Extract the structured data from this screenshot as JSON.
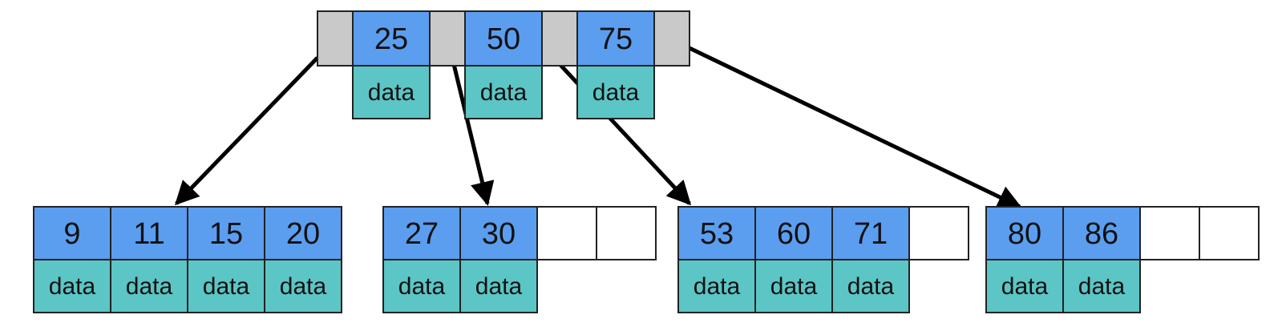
{
  "colors": {
    "key": "#5b9ef0",
    "pointer": "#c9c9c9",
    "data": "#5cc5c5",
    "empty": "#ffffff",
    "border": "#222222",
    "edge": "#000000"
  },
  "root": {
    "keys": [
      "25",
      "50",
      "75"
    ],
    "data_label": "data"
  },
  "leaves": [
    {
      "keys": [
        "9",
        "11",
        "15",
        "20"
      ],
      "data_label": "data",
      "capacity": 4
    },
    {
      "keys": [
        "27",
        "30"
      ],
      "data_label": "data",
      "capacity": 4
    },
    {
      "keys": [
        "53",
        "60",
        "71"
      ],
      "data_label": "data",
      "capacity": 4
    },
    {
      "keys": [
        "80",
        "86"
      ],
      "data_label": "data",
      "capacity": 4
    }
  ]
}
